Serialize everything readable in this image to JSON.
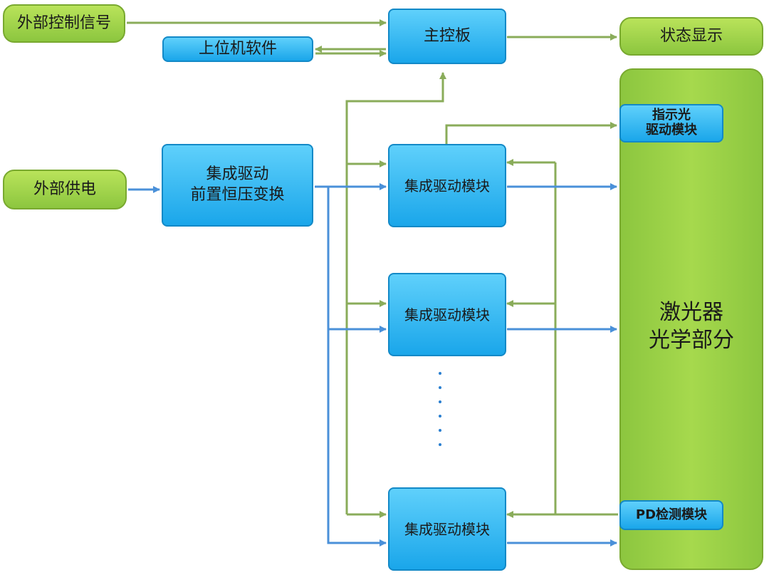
{
  "external_control": "外部控制信号",
  "host_software": "上位机软件",
  "main_board": "主控板",
  "status_display": "状态显示",
  "external_power": "外部供电",
  "pre_regulator": [
    "集成驱动",
    "前置恒压变换"
  ],
  "driver_module": "集成驱动模块",
  "indicator_driver": [
    "指示光",
    "驱动模块"
  ],
  "laser_optics": [
    "激光器",
    "光学部分"
  ],
  "pd_detect": "PD检测模块",
  "colors": {
    "green_line": "#8aac5a",
    "blue_line": "#4a90d9",
    "green_fill": "#8cc63f",
    "blue_fill": "#1aa6ea"
  }
}
